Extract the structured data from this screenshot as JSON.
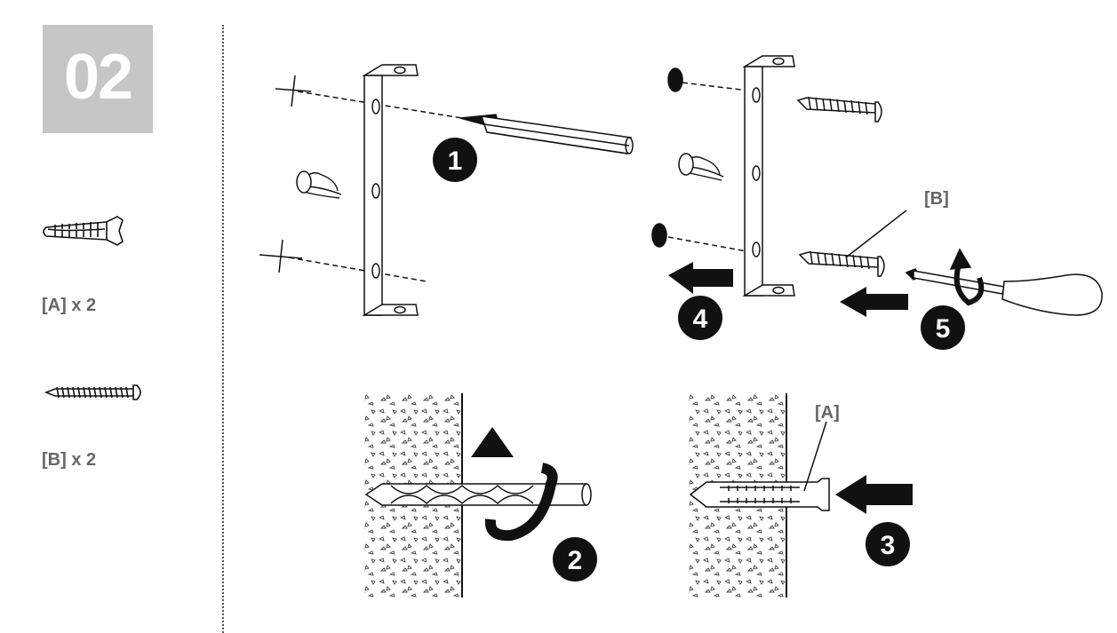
{
  "step": {
    "number": "02"
  },
  "parts": [
    {
      "id": "A",
      "label": "[A] x 2"
    },
    {
      "id": "B",
      "label": "[B] x 2"
    }
  ],
  "callouts": {
    "b_label": "[B]",
    "a_label": "[A]"
  },
  "substeps": [
    "1",
    "2",
    "3",
    "4",
    "5"
  ],
  "colors": {
    "badge_bg": "#c6c6c6",
    "label_gray": "#666666",
    "ink": "#111111"
  }
}
